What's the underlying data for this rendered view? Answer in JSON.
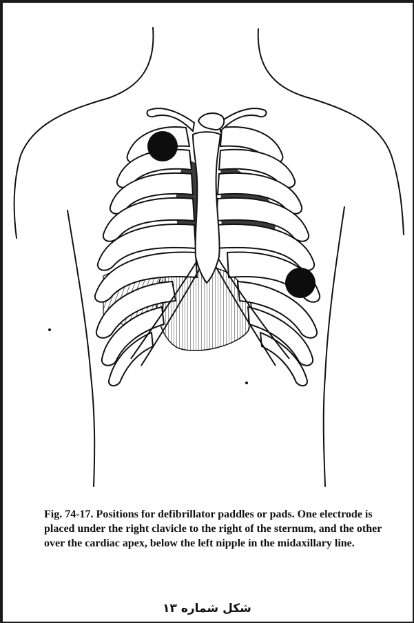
{
  "figure": {
    "number": "Fig. 74-17.",
    "caption": "Positions for defibrillator paddles or pads. One electrode is placed under the right clavicle to the right of the sternum, and the other over the cardiac apex, below the left nipple in the midaxillary line."
  },
  "footer": {
    "label": "شکل شماره ۱۳"
  },
  "colors": {
    "ink": "#111111",
    "paper": "#ffffff"
  },
  "icons": [
    "torso-outline",
    "rib-cage",
    "sternum",
    "heart",
    "lung-shading",
    "paddle-marker"
  ]
}
